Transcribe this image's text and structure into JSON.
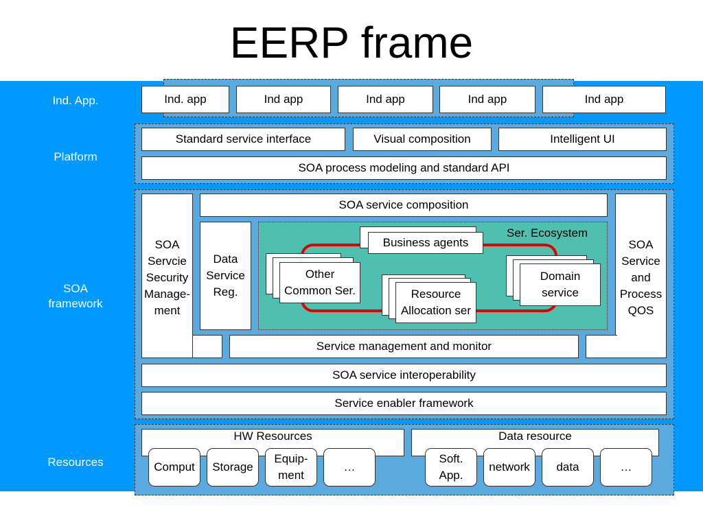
{
  "title": "EERP frame",
  "side_labels": {
    "ind_app": "Ind. App.",
    "platform": "Platform",
    "soa_line1": "SOA",
    "soa_line2": "framework",
    "resources": "Resources"
  },
  "ind_apps": [
    "Ind. app",
    "Ind app",
    "Ind app",
    "Ind app",
    "Ind app"
  ],
  "platform": {
    "standard_interface": "Standard service interface",
    "visual_composition": "Visual composition",
    "intelligent_ui": "Intelligent UI",
    "process_modeling": "SOA process modeling and standard API"
  },
  "soa": {
    "security": [
      "SOA",
      "Servcie",
      "Security",
      "Manage-",
      "ment"
    ],
    "composition": "SOA service composition",
    "data_service": [
      "Data",
      "Service",
      "Reg."
    ],
    "ecosystem_label": "Ser. Ecosystem",
    "business_agents": "Business agents",
    "other_common": [
      "Other",
      "Common Ser."
    ],
    "resource_allocation": [
      "Resource",
      "Allocation ser"
    ],
    "domain_service": [
      "Domain",
      "service"
    ],
    "qos": [
      "SOA",
      "Service",
      "and",
      "Process",
      "QOS"
    ],
    "management": "Service management and monitor",
    "interoperability": "SOA service interoperability",
    "enabler": "Service enabler framework"
  },
  "resources": {
    "hw_title": "HW Resources",
    "data_title": "Data resource",
    "hw_items": [
      "Comput",
      "Storage",
      "Equip-|ment",
      "…"
    ],
    "data_items": [
      "Soft.|App.",
      "network",
      "data",
      "…"
    ]
  },
  "colors": {
    "band": "#0099ff",
    "panel": "#5aaae0",
    "ecosystem": "#4fbfb0",
    "loop": "#e00000"
  }
}
